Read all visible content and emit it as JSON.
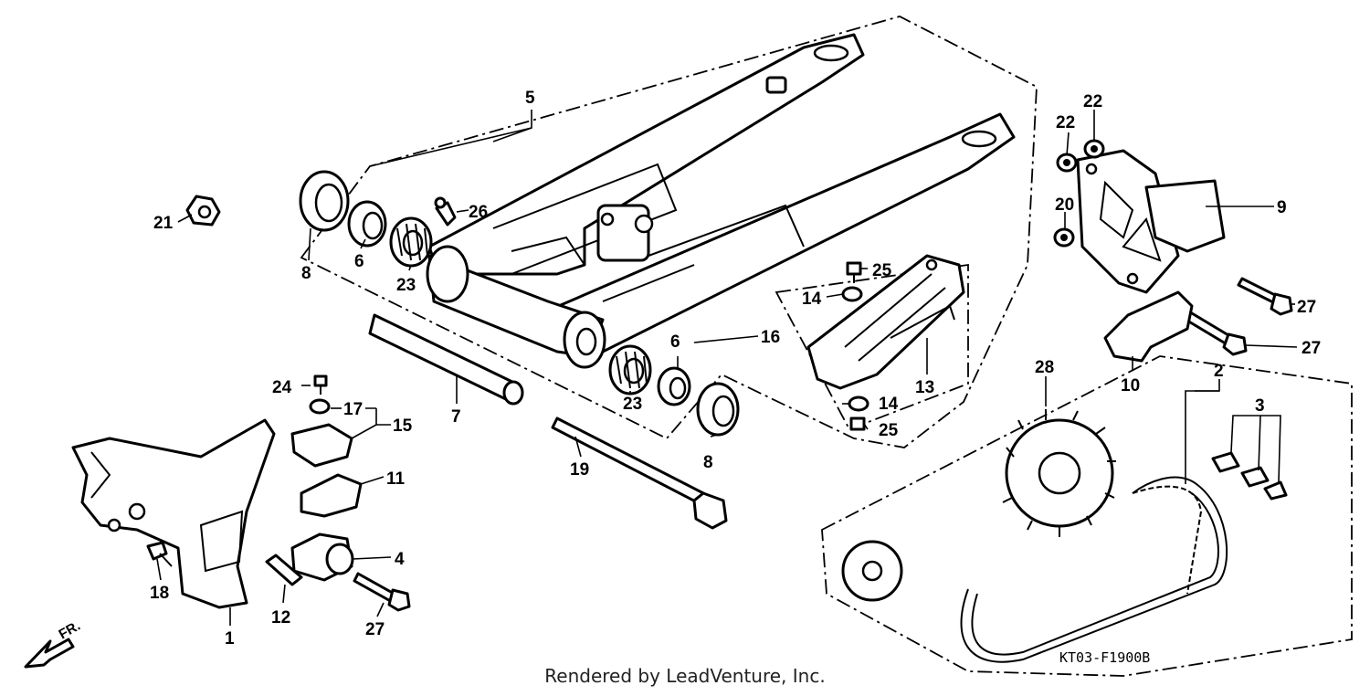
{
  "diagram": {
    "drawing_code": "KT03-F1900B",
    "direction_label": "FR.",
    "credit": "Rendered by LeadVenture, Inc.",
    "callouts": {
      "c1": "1",
      "c2": "2",
      "c3": "3",
      "c4": "4",
      "c5": "5",
      "c6a": "6",
      "c6b": "6",
      "c7": "7",
      "c8a": "8",
      "c8b": "8",
      "c9": "9",
      "c10": "10",
      "c11": "11",
      "c12": "12",
      "c13": "13",
      "c14a": "14",
      "c14b": "14",
      "c15": "15",
      "c16": "16",
      "c17": "17",
      "c18": "18",
      "c19": "19",
      "c20": "20",
      "c21": "21",
      "c22a": "22",
      "c22b": "22",
      "c23a": "23",
      "c23b": "23",
      "c24": "24",
      "c25a": "25",
      "c25b": "25",
      "c26": "26",
      "c27a": "27",
      "c27b": "27",
      "c27c": "27",
      "c28": "28"
    }
  }
}
